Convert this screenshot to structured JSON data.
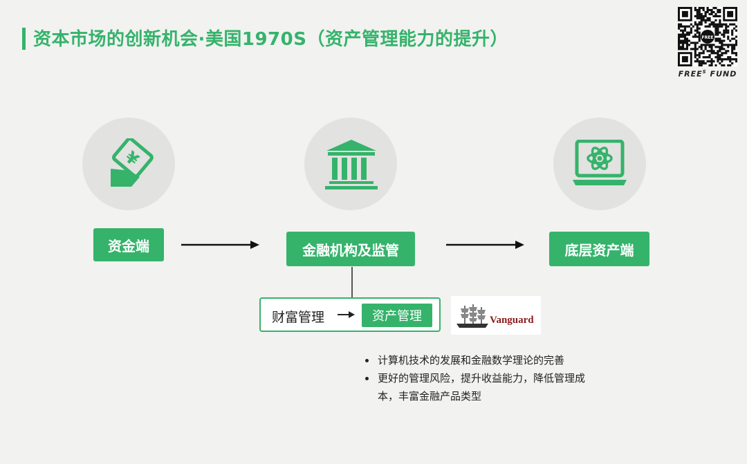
{
  "title": "资本市场的创新机会·美国1970S（资产管理能力的提升）",
  "brand": {
    "name_left": "FREE",
    "name_sup": "S",
    "name_right": " FUND",
    "qr_center": "FREE"
  },
  "nodes": {
    "capital_side": "资金端",
    "institutions": "金融机构及监管",
    "asset_side": "底层资产端"
  },
  "sub": {
    "from": "财富管理",
    "to": "资产管理"
  },
  "logo": {
    "text": "Vanguard"
  },
  "bullets": [
    "计算机技术的发展和金融数学理论的完善",
    "更好的管理风险，提升收益能力，降低管理成本，丰富金融产品类型"
  ],
  "colors": {
    "accent": "#35b36b",
    "circle": "#e2e2e1",
    "background": "#f2f2f1",
    "logo_red": "#8b1a1a"
  },
  "icons": [
    "money-hand-icon",
    "bank-icon",
    "laptop-atom-icon",
    "arrow-right-icon",
    "qr-code-icon",
    "ship-icon"
  ]
}
